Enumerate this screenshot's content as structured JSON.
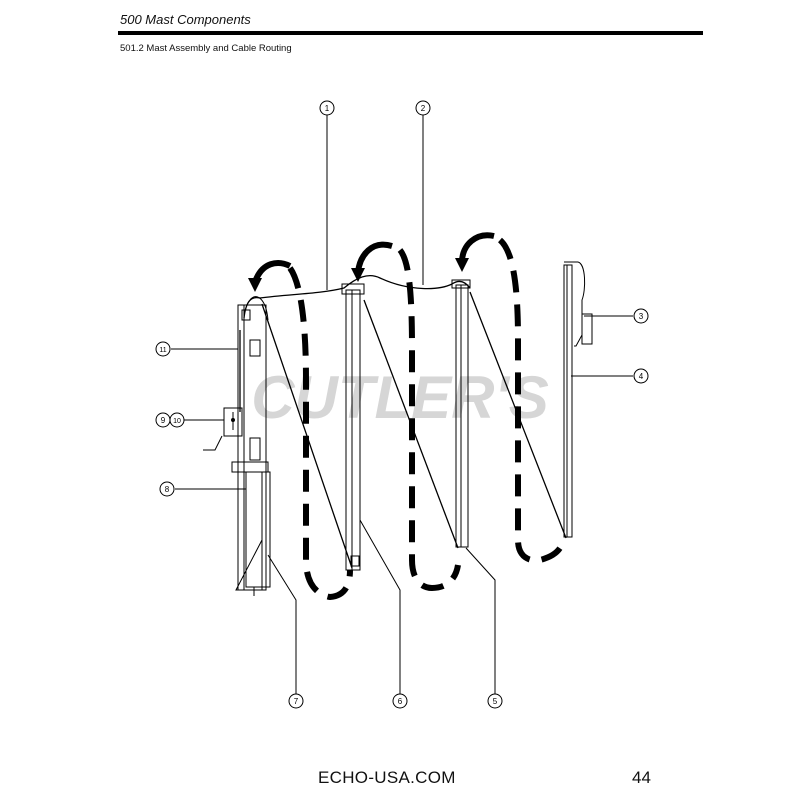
{
  "header": {
    "title": "500 Mast Components",
    "subtitle": "501.2 Mast Assembly and Cable Routing"
  },
  "watermark": "CUTLER'S",
  "callouts": [
    {
      "id": "c1",
      "label": "1"
    },
    {
      "id": "c2",
      "label": "2"
    },
    {
      "id": "c3",
      "label": "3"
    },
    {
      "id": "c4",
      "label": "4"
    },
    {
      "id": "c5",
      "label": "5"
    },
    {
      "id": "c6",
      "label": "6"
    },
    {
      "id": "c7",
      "label": "7"
    },
    {
      "id": "c8",
      "label": "8"
    },
    {
      "id": "c9",
      "label": "9"
    },
    {
      "id": "c10",
      "label": "10"
    },
    {
      "id": "c11",
      "label": "11"
    }
  ],
  "footer": {
    "site": "ECHO-USA.COM",
    "page": "44"
  }
}
